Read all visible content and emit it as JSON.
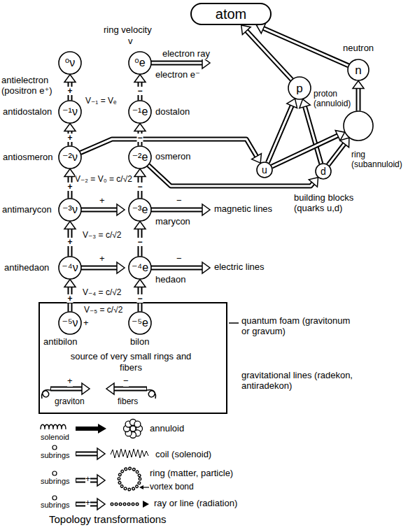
{
  "diagram": {
    "nodes": [
      {
        "text": [
          "atom"
        ]
      },
      {
        "text": [
          "⁰ν"
        ]
      },
      {
        "text": [
          "⁰e"
        ]
      },
      {
        "text": [
          "p"
        ]
      },
      {
        "text": [
          "n"
        ]
      },
      {
        "text": [
          "⁻¹ν"
        ]
      },
      {
        "text": [
          "⁻¹e"
        ]
      },
      {
        "text": [
          "ring (subannuloid)"
        ]
      },
      {
        "text": [
          "⁻²ν"
        ]
      },
      {
        "text": [
          "⁻²e"
        ]
      },
      {
        "text": [
          "u"
        ]
      },
      {
        "text": [
          "d"
        ]
      },
      {
        "text": [
          "⁻³ν"
        ]
      },
      {
        "text": [
          "⁻³e"
        ]
      },
      {
        "text": [
          "⁻⁴ν"
        ]
      },
      {
        "text": [
          "⁻⁴e"
        ]
      },
      {
        "text": [
          "source of very small rings and fibers"
        ]
      },
      {
        "text": [
          "⁻⁵ν"
        ],
        "in": 16
      },
      {
        "text": [
          "⁻⁵e"
        ],
        "in": 16
      }
    ],
    "edges": [
      {
        "from": 17,
        "to": 14,
        "arrow": "to",
        "label": "+"
      },
      {
        "from": 14,
        "to": 12,
        "arrow": "to",
        "label": "+"
      },
      {
        "from": 12,
        "to": 8,
        "arrow": "to",
        "label": "+"
      },
      {
        "from": 8,
        "to": 5,
        "arrow": "to",
        "label": "+"
      },
      {
        "from": 5,
        "to": 1,
        "arrow": "to",
        "label": "+"
      },
      {
        "from": 18,
        "to": 15,
        "arrow": "to",
        "label": "−"
      },
      {
        "from": 15,
        "to": 13,
        "arrow": "to",
        "label": "−"
      },
      {
        "from": 13,
        "to": 9,
        "arrow": "to",
        "label": "−"
      },
      {
        "from": 9,
        "to": 6,
        "arrow": "to",
        "label": "−"
      },
      {
        "from": 6,
        "to": 2,
        "arrow": "to",
        "label": "−"
      },
      {
        "from": 8,
        "to": 10,
        "arrow": "to"
      },
      {
        "from": 9,
        "to": 11,
        "arrow": "to"
      },
      {
        "from": 10,
        "to": 3,
        "arrow": "to"
      },
      {
        "from": 11,
        "to": 3,
        "arrow": "to"
      },
      {
        "from": 10,
        "to": 7,
        "arrow": "to"
      },
      {
        "from": 11,
        "to": 7,
        "arrow": "to"
      },
      {
        "from": 7,
        "to": 4,
        "arrow": "to"
      },
      {
        "from": 3,
        "to": 0,
        "arrow": "to"
      },
      {
        "from": 4,
        "to": 0,
        "arrow": "to"
      }
    ],
    "labels": [
      "ring velocity",
      "v",
      "antielectron (positron e⁺)",
      "antidostalon",
      "antiosmeron",
      "antimarycon",
      "antihedaon",
      "antibilon",
      "electron e⁻",
      "electron ray",
      "dostalon",
      "osmeron",
      "marycon",
      "hedaon",
      "bilon",
      "V₋₁ = Vₑ",
      "V₋₂ = V₀ = c/√2",
      "V₋₃ = c/√2",
      "V₋₄ = c/√2",
      "V₋₅ = c/√2",
      "+",
      "−",
      "magnetic lines",
      "+",
      "−",
      "electric lines",
      "building blocks (quarks u,d)",
      "proton (annuloid)",
      "neutron",
      "+",
      "quantum foam (gravitonum or gravum)",
      "graviton",
      "fibers",
      "+",
      "−",
      "gravitational lines (radekon, antiradekon)",
      "solenoid",
      "annuloid",
      "subrings",
      "coil (solenoid)",
      "subrings",
      "+",
      "ring (matter, particle)",
      "vortex bond",
      "subrings",
      "+",
      "ray or line (radiation)",
      "Topology transformations"
    ]
  }
}
